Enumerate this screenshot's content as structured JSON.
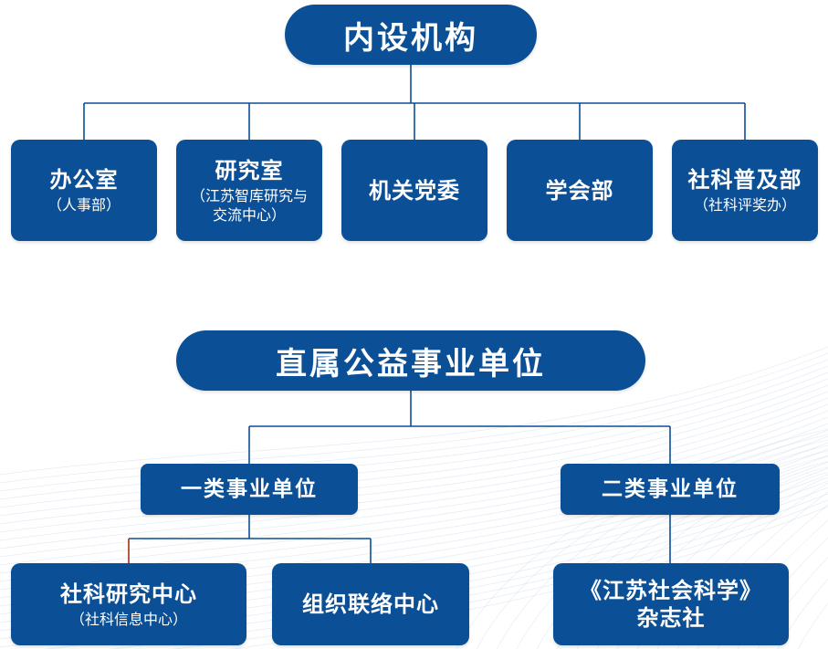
{
  "colors": {
    "box": "#0b4f96",
    "line": "#0b4f96",
    "text": "#ffffff",
    "accent_line": "#b0442c"
  },
  "top": {
    "title": "内设机构",
    "units": [
      {
        "name": "办公室",
        "sub": "（人事部）"
      },
      {
        "name": "研究室",
        "sub": "（江苏智库研究与交流中心）"
      },
      {
        "name": "机关党委",
        "sub": ""
      },
      {
        "name": "学会部",
        "sub": ""
      },
      {
        "name": "社科普及部",
        "sub": "（社科评奖办）"
      }
    ]
  },
  "bottom": {
    "title": "直属公益事业单位",
    "class1": {
      "label": "一类事业单位",
      "units": [
        {
          "name": "社科研究中心",
          "sub": "（社科信息中心）"
        },
        {
          "name": "组织联络中心",
          "sub": ""
        }
      ]
    },
    "class2": {
      "label": "二类事业单位",
      "unit": {
        "line1": "《江苏社会科学》",
        "line2": "杂志社"
      }
    }
  }
}
